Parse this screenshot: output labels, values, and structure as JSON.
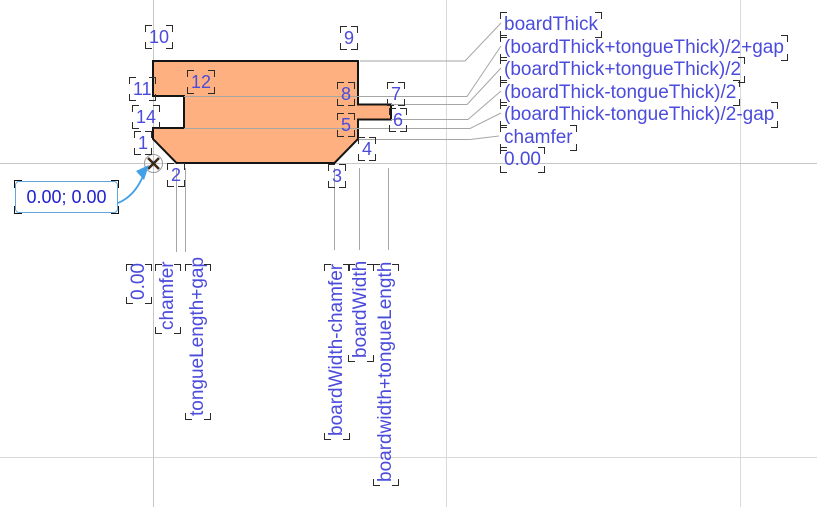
{
  "drawing": {
    "tooltip": {
      "coordinates": "0.00; 0.00"
    },
    "vertices": [
      "1",
      "2",
      "3",
      "4",
      "5",
      "6",
      "7",
      "8",
      "9",
      "10",
      "11",
      "12",
      "14"
    ],
    "right_labels": [
      "boardThick",
      "(boardThick+tongueThick)/2+gap",
      "(boardThick+tongueThick)/2",
      "(boardThick-tongueThick)/2",
      "(boardThick-tongueThick)/2-gap",
      "chamfer",
      "0.00"
    ],
    "bottom_labels": [
      "0.00",
      "chamfer",
      "tongueLength+gap",
      "boardWidth-chamfer",
      "boardWidth",
      "boardwidth+tongueLength"
    ],
    "colors": {
      "shape_fill": "#FFB080",
      "shape_stroke": "#141414",
      "label_blue": "#4B4BDC",
      "tooltip_text_blue": "#1E1ECF",
      "leader_gray": "#A6A6A6",
      "grid_gray": "#D9D9D9",
      "axis_gray": "#C6C6C6",
      "arrow_blue": "#41A0E8",
      "tooltip_border": "#63A4DA",
      "origin_cross": "#3D2B1A"
    }
  }
}
